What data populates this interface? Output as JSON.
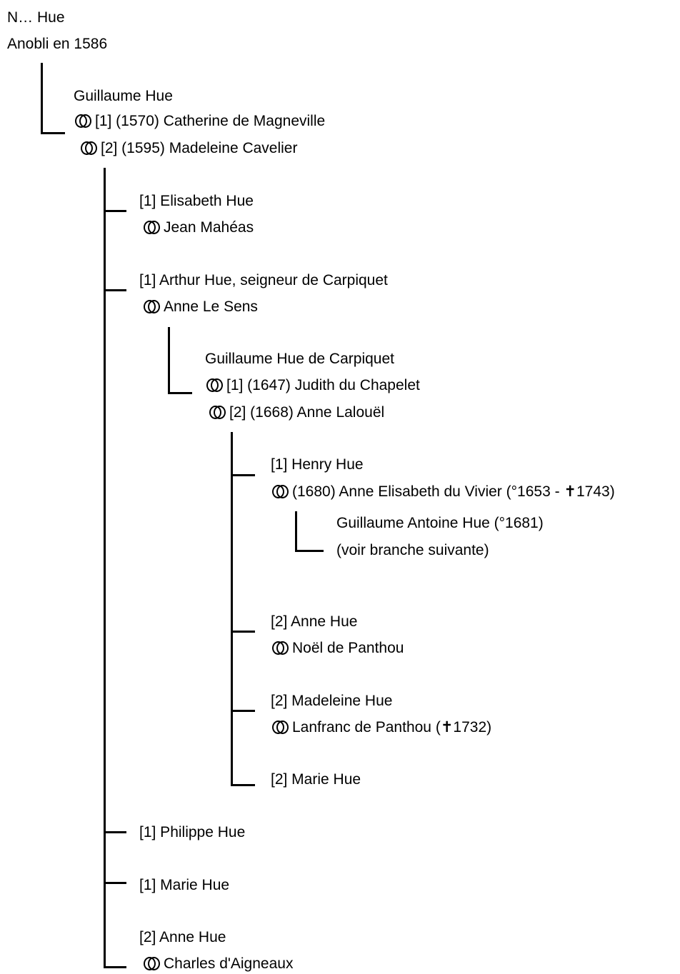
{
  "root": {
    "name": "N… Hue",
    "note": "Anobli en 1586"
  },
  "g1": {
    "name": "Guillaume Hue",
    "m1": "[1] (1570) Catherine de Magneville",
    "m2": "[2] (1595) Madeleine Cavelier"
  },
  "g2": {
    "elisabeth": {
      "name": "[1] Elisabeth Hue",
      "spouse": "Jean Mahéas"
    },
    "arthur": {
      "name": "[1] Arthur Hue, seigneur de Carpiquet",
      "spouse": "Anne Le Sens"
    },
    "philippe": {
      "name": "[1] Philippe Hue"
    },
    "marie": {
      "name": "[1] Marie Hue"
    },
    "anne": {
      "name": "[2] Anne Hue",
      "spouse": "Charles d'Aigneaux"
    }
  },
  "g3": {
    "name": "Guillaume Hue de Carpiquet",
    "m1": "[1] (1647) Judith du Chapelet",
    "m2": "[2] (1668) Anne Lalouël"
  },
  "g4": {
    "henry": {
      "name": "[1]  Henry Hue",
      "spouse": "(1680) Anne Elisabeth du Vivier (°1653 - ✝1743)"
    },
    "anne": {
      "name": "[2] Anne Hue",
      "spouse": "Noël de Panthou"
    },
    "madeleine": {
      "name": "[2] Madeleine Hue",
      "spouse": "Lanfranc de Panthou (✝1732)"
    },
    "marie": {
      "name": "[2] Marie Hue"
    }
  },
  "g5": {
    "name": "Guillaume Antoine Hue (°1681)",
    "note": "(voir branche suivante)"
  },
  "icons": {
    "marriage": "marriage-rings-icon"
  }
}
